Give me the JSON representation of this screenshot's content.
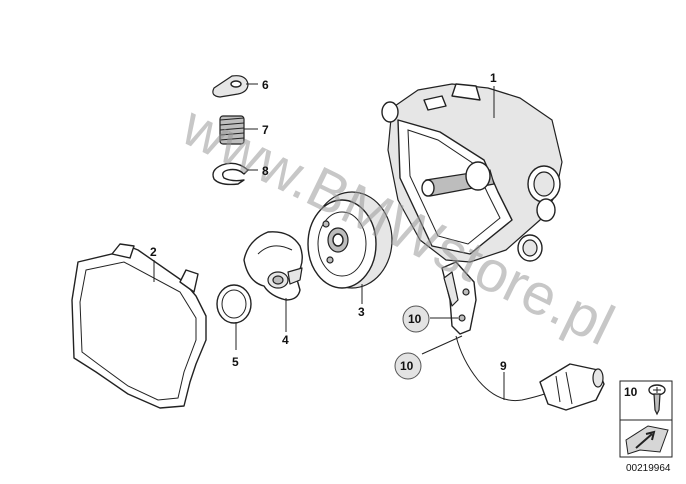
{
  "watermark": "www.BMWstore.pl",
  "labels": {
    "p1": "1",
    "p2": "2",
    "p3": "3",
    "p4": "4",
    "p5": "5",
    "p6": "6",
    "p7": "7",
    "p8": "8",
    "p9": "9",
    "p10a": "10",
    "p10b": "10",
    "legend": "10"
  },
  "catalog_number": "00219964"
}
